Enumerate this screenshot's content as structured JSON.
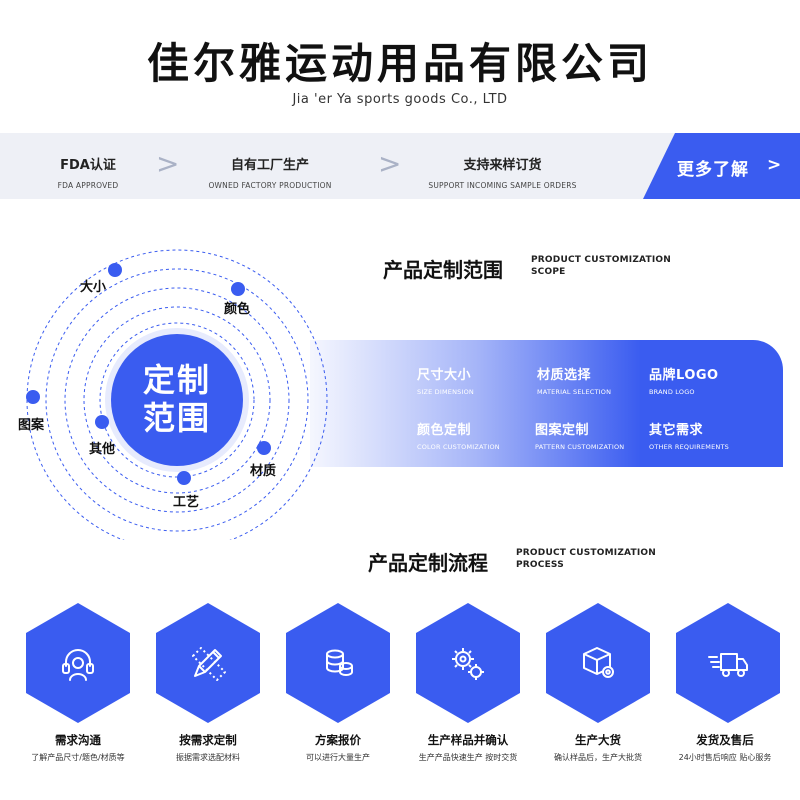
{
  "header": {
    "title": "佳尔雅运动用品有限公司",
    "subtitle": "Jia 'er Ya sports goods Co., LTD"
  },
  "features": [
    {
      "cn": "FDA认证",
      "en": "FDA APPROVED"
    },
    {
      "cn": "自有工厂生产",
      "en": "OWNED FACTORY PRODUCTION"
    },
    {
      "cn": "支持来样订货",
      "en": "SUPPORT INCOMING SAMPLE ORDERS"
    }
  ],
  "separator": ">",
  "more_button": {
    "label": "更多了解",
    "chevron": ">"
  },
  "scope": {
    "title": "产品定制范围",
    "en_line1": "PRODUCT CUSTOMIZATION",
    "en_line2": "SCOPE",
    "core_line1": "定制",
    "core_line2": "范围",
    "orbit_labels": {
      "size": "大小",
      "color": "颜色",
      "pattern": "图案",
      "other": "其他",
      "material": "材质",
      "craft": "工艺"
    },
    "items": [
      {
        "cn": "尺寸大小",
        "en": "SIZE DIMENSION"
      },
      {
        "cn": "材质选择",
        "en": "MATERIAL SELECTION"
      },
      {
        "cn": "品牌LOGO",
        "en": "BRAND LOGO"
      },
      {
        "cn": "颜色定制",
        "en": "COLOR CUSTOMIZATION"
      },
      {
        "cn": "图案定制",
        "en": "PATTERN CUSTOMIZATION"
      },
      {
        "cn": "其它需求",
        "en": "OTHER REQUIREMENTS"
      }
    ]
  },
  "process": {
    "title": "产品定制流程",
    "en_line1": "PRODUCT CUSTOMIZATION",
    "en_line2": "PROCESS",
    "steps": [
      {
        "title": "需求沟通",
        "desc": "了解产品尺寸/题色/材质等",
        "icon": "headset-icon"
      },
      {
        "title": "按需求定制",
        "desc": "振据需求选配材料",
        "icon": "pencil-ruler-icon"
      },
      {
        "title": "方案报价",
        "desc": "可以进行大量生产",
        "icon": "coins-icon"
      },
      {
        "title": "生产样品并确认",
        "desc": "生产产品快速生产 按时交货",
        "icon": "gears-icon"
      },
      {
        "title": "生产大货",
        "desc": "确认样品后，生产大批货",
        "icon": "box-gear-icon"
      },
      {
        "title": "发货及售后",
        "desc": "24小时售后响应 贴心服务",
        "icon": "delivery-truck-icon"
      }
    ]
  },
  "colors": {
    "accent": "#3a5cf0",
    "band": "#eef0f6"
  }
}
